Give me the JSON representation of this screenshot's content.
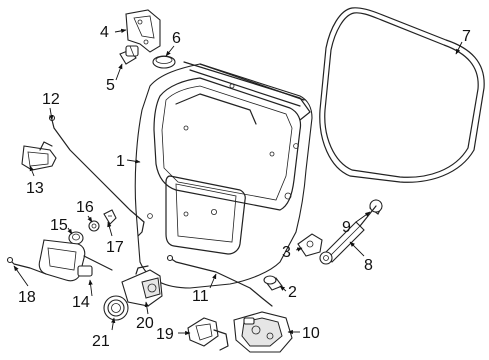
{
  "callouts": [
    {
      "id": "c1",
      "text": "1"
    },
    {
      "id": "c2",
      "text": "2"
    },
    {
      "id": "c3",
      "text": "3"
    },
    {
      "id": "c4",
      "text": "4"
    },
    {
      "id": "c5",
      "text": "5"
    },
    {
      "id": "c6",
      "text": "6"
    },
    {
      "id": "c7",
      "text": "7"
    },
    {
      "id": "c8",
      "text": "8"
    },
    {
      "id": "c9",
      "text": "9"
    },
    {
      "id": "c10",
      "text": "10"
    },
    {
      "id": "c11",
      "text": "11"
    },
    {
      "id": "c12",
      "text": "12"
    },
    {
      "id": "c13",
      "text": "13"
    },
    {
      "id": "c14",
      "text": "14"
    },
    {
      "id": "c15",
      "text": "15"
    },
    {
      "id": "c16",
      "text": "16"
    },
    {
      "id": "c17",
      "text": "17"
    },
    {
      "id": "c18",
      "text": "18"
    },
    {
      "id": "c19",
      "text": "19"
    },
    {
      "id": "c20",
      "text": "20"
    },
    {
      "id": "c21",
      "text": "21"
    }
  ],
  "colors": {
    "line": "#222222",
    "background": "#ffffff"
  }
}
